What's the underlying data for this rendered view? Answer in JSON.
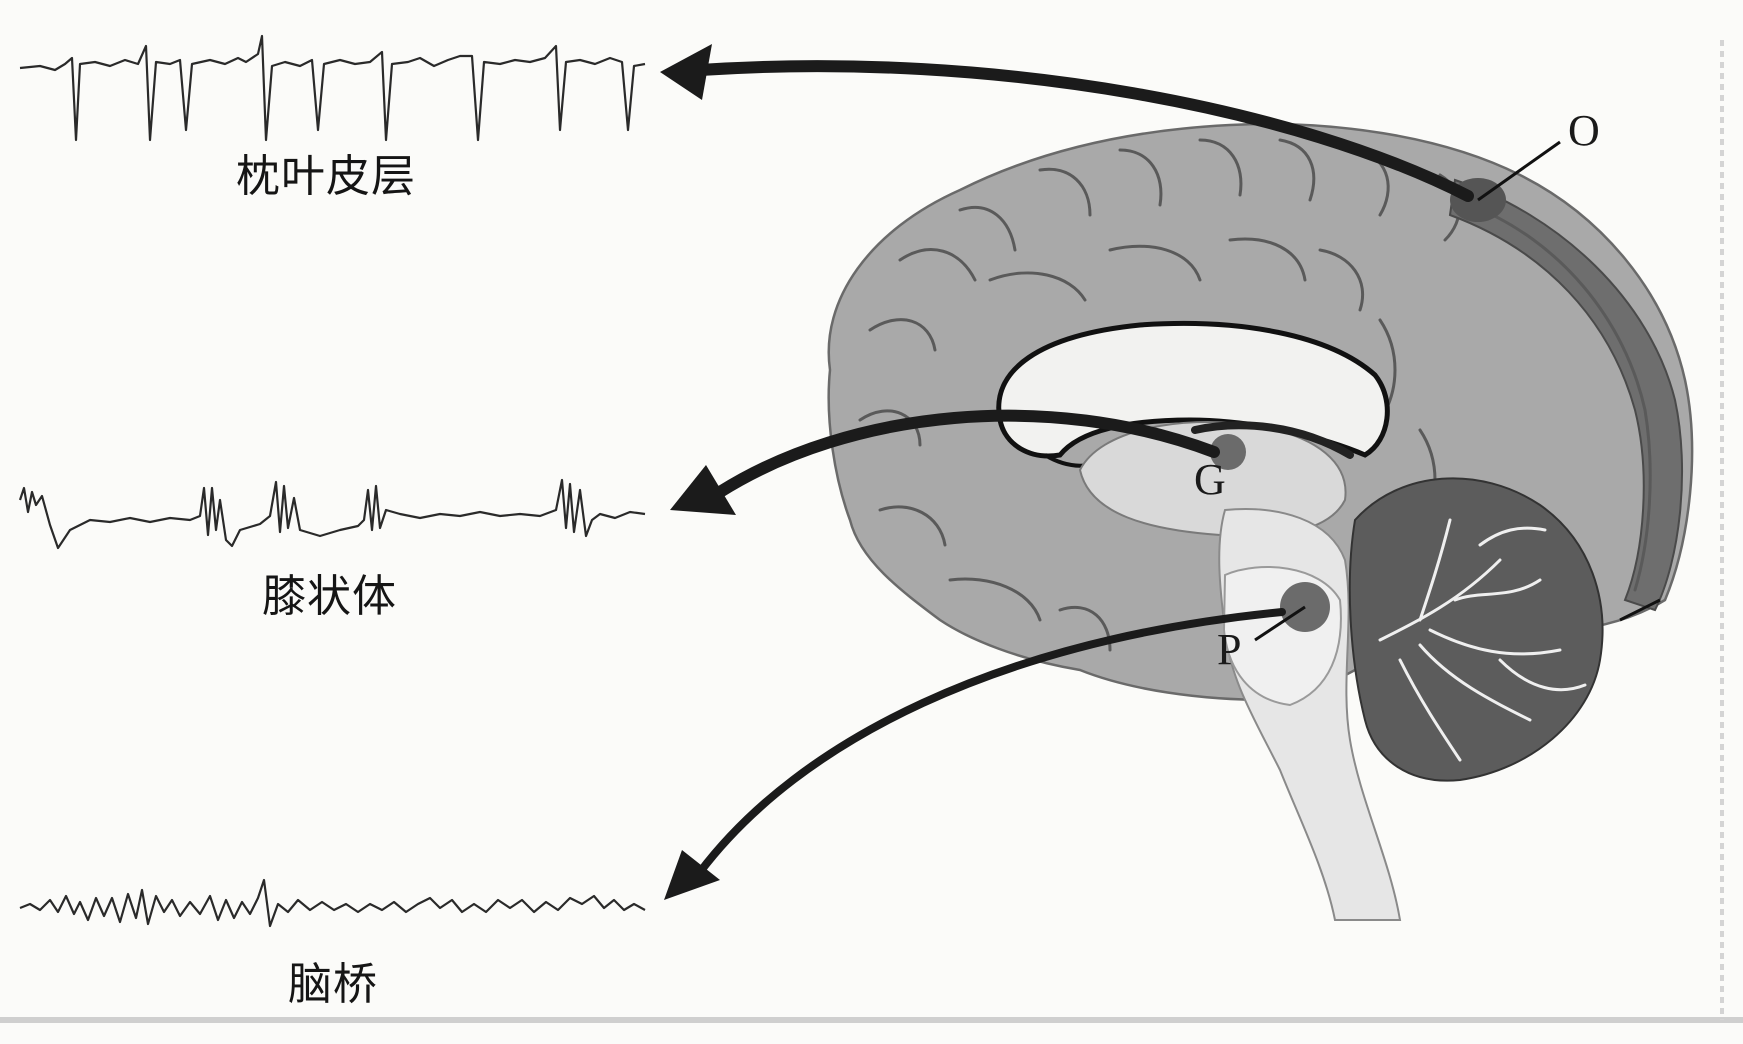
{
  "recordings": [
    {
      "label": "枕叶皮层"
    },
    {
      "label": "膝状体"
    },
    {
      "label": "脑桥"
    }
  ],
  "markers": {
    "occipital": "O",
    "geniculate": "G",
    "pons": "P"
  },
  "colors": {
    "ink": "#1b1b1b",
    "cortex": "#a9a9a9",
    "visual_cortex": "#6e6e6e",
    "cerebellum": "#5c5c5c",
    "brainstem": "#e6e6e6",
    "marker_dot": "#6b6b6b",
    "background": "#fbfbf9"
  }
}
